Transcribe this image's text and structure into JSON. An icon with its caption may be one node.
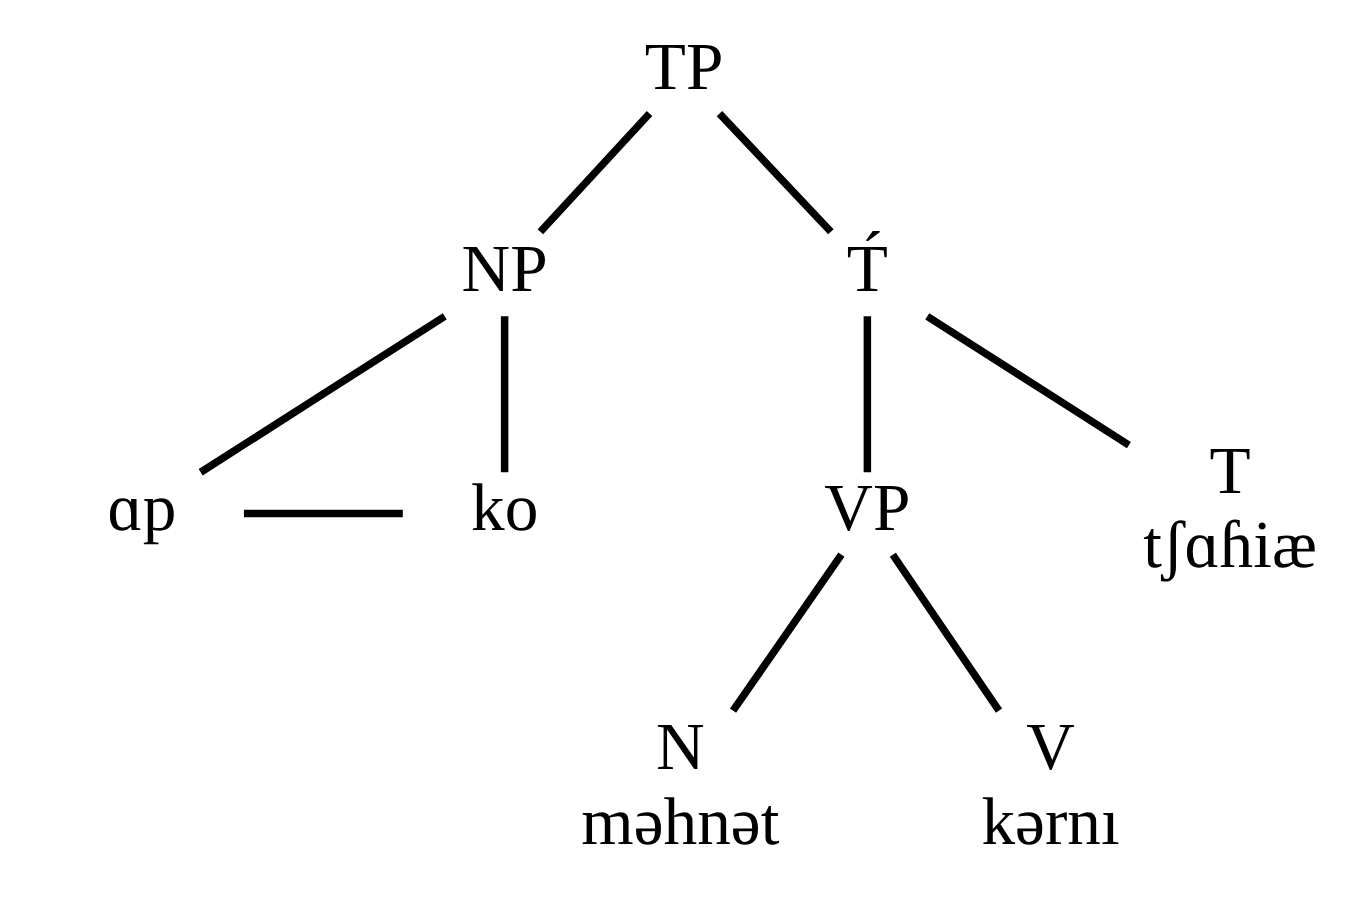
{
  "diagram": {
    "nodes": [
      {
        "text": [
          "TP"
        ]
      },
      {
        "text": [
          "NP"
        ]
      },
      {
        "text": [
          "T́"
        ]
      },
      {
        "text": [
          "ɑp"
        ]
      },
      {
        "text": [
          "ko"
        ]
      },
      {
        "text": [
          "VP"
        ]
      },
      {
        "text": [
          "T",
          "tʃɑɦiæ"
        ]
      },
      {
        "text": [
          "N",
          "məhnət"
        ]
      },
      {
        "text": [
          "V",
          "kərnı"
        ]
      }
    ],
    "edges": [
      {
        "from": 0,
        "to": 1,
        "arrow": "none"
      },
      {
        "from": 0,
        "to": 2,
        "arrow": "none"
      },
      {
        "from": 1,
        "to": 3,
        "arrow": "none"
      },
      {
        "from": 1,
        "to": 4,
        "arrow": "none"
      },
      {
        "from": 3,
        "to": 4,
        "arrow": "none"
      },
      {
        "from": 2,
        "to": 5,
        "arrow": "none"
      },
      {
        "from": 2,
        "to": 6,
        "arrow": "none"
      },
      {
        "from": 5,
        "to": 7,
        "arrow": "none"
      },
      {
        "from": 5,
        "to": 8,
        "arrow": "none"
      }
    ]
  }
}
